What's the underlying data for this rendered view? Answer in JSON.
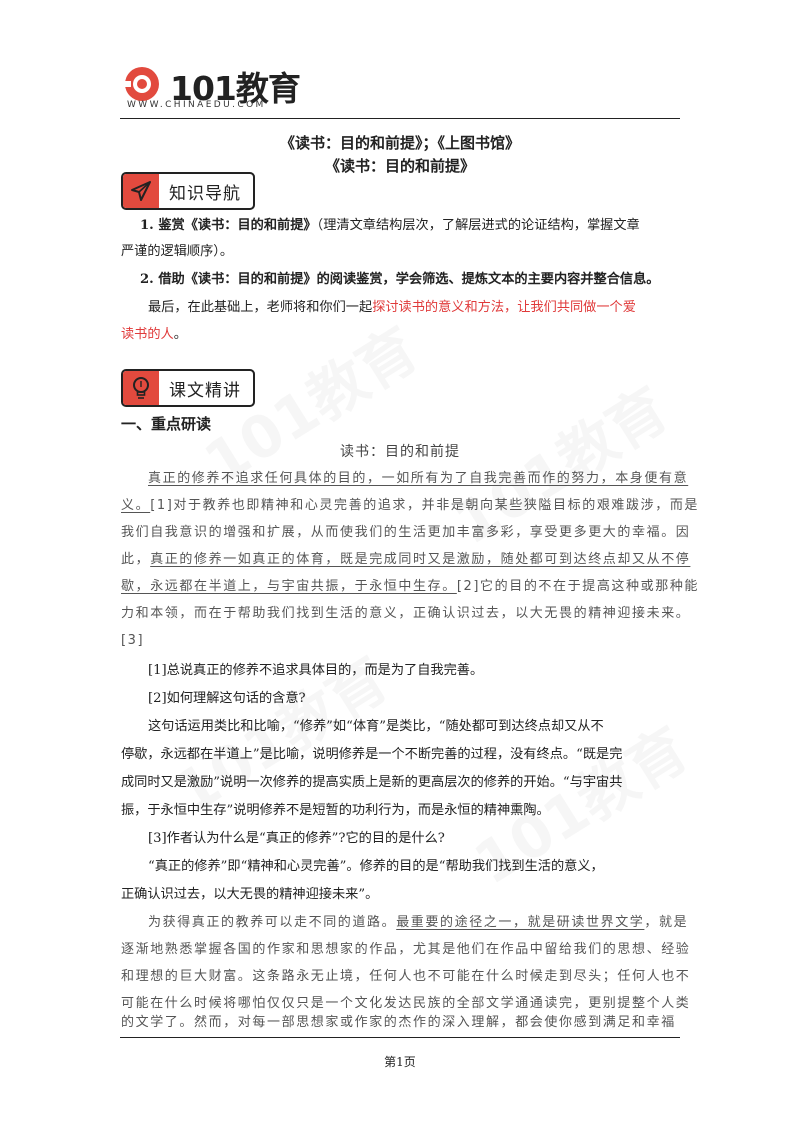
{
  "logo": {
    "brand": "101教育",
    "url": "WWW.CHINAEDU.COM"
  },
  "titles": {
    "line1": "《读书：目的和前提》；《上图书馆》",
    "line2": "《读书：目的和前提》"
  },
  "sections": {
    "guide": "知识导航",
    "text": "课文精讲"
  },
  "goals": {
    "g1_bold": "1. 鉴赏《读书：目的和前提》",
    "g1_rest": "（理清文章结构层次，了解层进式的论证结构，掌握文章",
    "g1_line2": "严谨的逻辑顺序）。",
    "g2": "2. 借助《读书：目的和前提》的阅读鉴赏，学会筛选、提炼文本的主要内容并整合信息。",
    "intro_a": "最后，在此基础上，老师将和你们一起",
    "intro_red1": "探讨读书的意义和方法，让我们共同做一个爱",
    "intro_red2": "读书的人",
    "intro_end": "。"
  },
  "heading1": "一、重点研读",
  "passage_title": "读书：目的和前提",
  "passage": {
    "l1_u": "真正的修养不追求任何具体的目的，一如所有为了自我完善而作的努力，本身便有意",
    "l2_u": "义。",
    "l2_rest": "[1]对于教养也即精神和心灵完善的追求，并非是朝向某些狭隘目标的艰难跋涉，而是",
    "l3": "我们自我意识的增强和扩展，从而使我们的生活更加丰富多彩，享受更多更大的幸福。因",
    "l4_a": "此，",
    "l4_u": "真正的修养一如真正的体育，既是完成同时又是激励，随处都可到达终点却又从不停",
    "l5_u": "歇，永远都在半道上，与宇宙共振，于永恒中生存。",
    "l5_rest": "[2]它的目的不在于提高这种或那种能",
    "l6": "力和本领，而在于帮助我们找到生活的意义，正确认识过去，以大无畏的精神迎接未来。",
    "l7": "[3]"
  },
  "notes": {
    "n1": "[1]总说真正的修养不追求具体目的，而是为了自我完善。",
    "n2": "[2]如何理解这句话的含意?",
    "a2_1": "这句话运用类比和比喻，“修养”如“体育”是类比，“随处都可到达终点却又从不",
    "a2_2": "停歇，永远都在半道上”是比喻，说明修养是一个不断完善的过程，没有终点。“既是完",
    "a2_3": "成同时又是激励”说明一次修养的提高实质上是新的更高层次的修养的开始。“与宇宙共",
    "a2_4": "振，于永恒中生存”说明修养不是短暂的功利行为，而是永恒的精神熏陶。",
    "n3": "[3]作者认为什么是“真正的修养”?它的目的是什么?",
    "a3_1": "“真正的修养”即“精神和心灵完善”。修养的目的是“帮助我们找到生活的意义，",
    "a3_2": "正确认识过去，以大无畏的精神迎接未来”。"
  },
  "passage2": {
    "l1_a": "为获得真正的教养可以走不同的道路。",
    "l1_u": "最重要的途径之一，就是研读世界文学",
    "l1_b": "，就是",
    "l2": "逐渐地熟悉掌握各国的作家和思想家的作品，尤其是他们在作品中留给我们的思想、经验",
    "l3": "和理想的巨大财富。这条路永无止境，任何人也不可能在什么时候走到尽头；任何人也不",
    "l4": "可能在什么时候将哪怕仅仅只是一个文化发达民族的全部文学通通读完，更别提整个人类",
    "l5": "的文学了。然而，对每一部思想家或作家的杰作的深入理解，都会使你感到满足和幸福"
  },
  "footer": "第1页",
  "watermark": "101教育"
}
